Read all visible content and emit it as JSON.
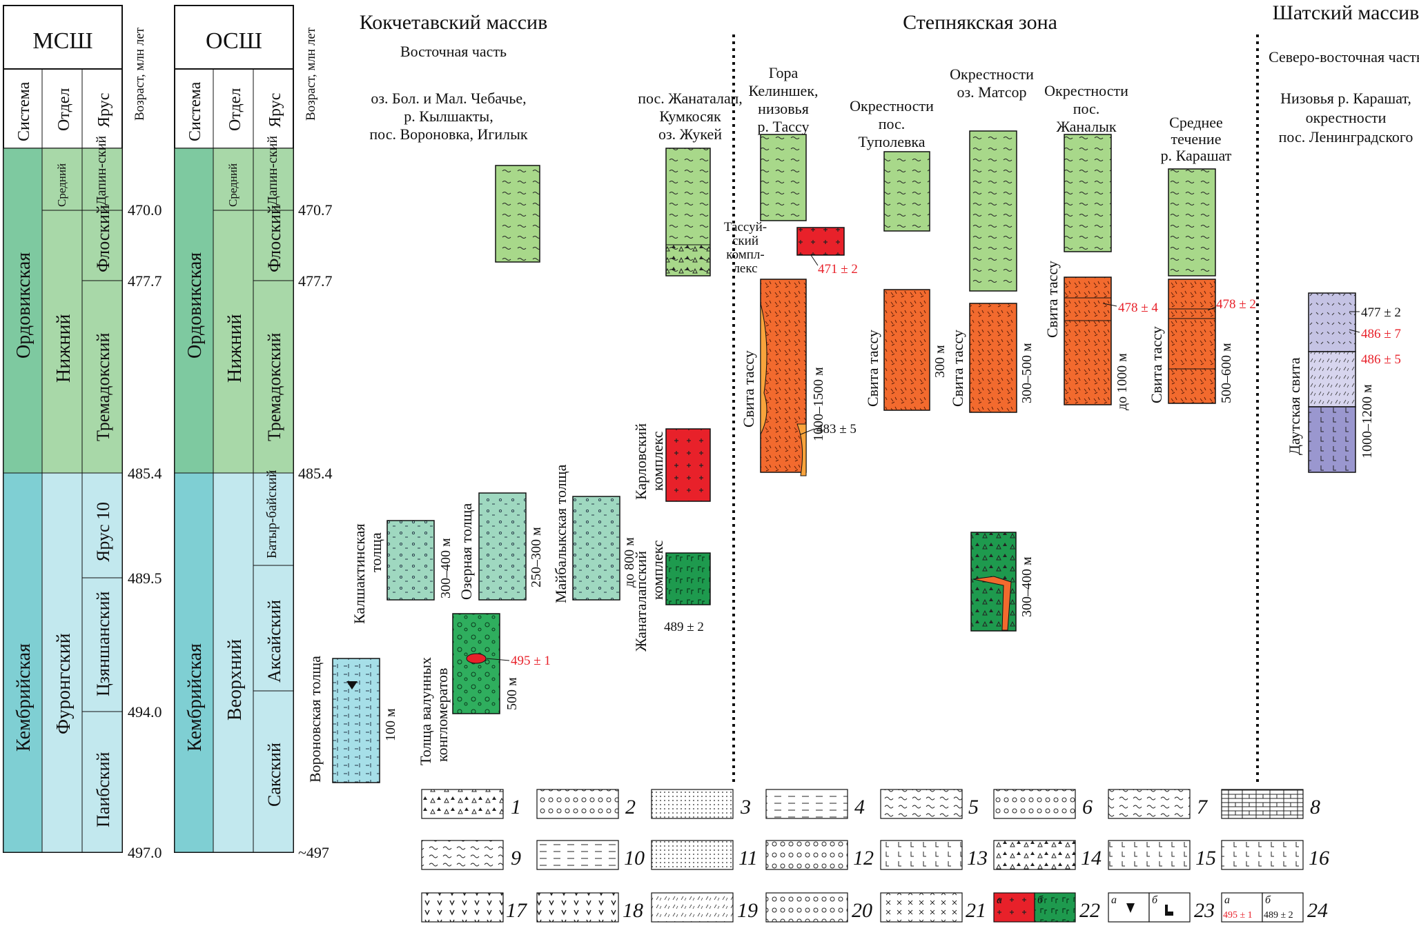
{
  "msh": {
    "title": "МСШ",
    "col_headers": [
      "Система",
      "Отдел",
      "Ярус"
    ],
    "age_header": "Возраст, млн лет",
    "systems": [
      "Ордовикская",
      "Кембрийская"
    ],
    "series": [
      "Средний",
      "Нижний",
      "Фуронгский"
    ],
    "stages": [
      "Дапин-ский",
      "Флоский",
      "Тремадокский",
      "Ярус 10",
      "Цзяншанский",
      "Паибский"
    ],
    "ages": [
      "470.0",
      "477.7",
      "485.4",
      "489.5",
      "494.0",
      "497.0"
    ]
  },
  "osh": {
    "title": "ОСШ",
    "col_headers": [
      "Система",
      "Отдел",
      "Ярус"
    ],
    "age_header": "Возраст, млн лет",
    "systems": [
      "Ордовикская",
      "Кембрийская"
    ],
    "series": [
      "Средний",
      "Нижний",
      "Веорхний"
    ],
    "stages": [
      "Дапин-ский",
      "Флоский",
      "Тремадокский",
      "Батыр-байский",
      "Аксайский",
      "Сакский"
    ],
    "ages": [
      "470.7",
      "477.7",
      "485.4",
      "~497"
    ]
  },
  "regions": {
    "kokchetav": "Кокчетавский массив",
    "kokchetav_sub": "Восточная часть",
    "stepnyak": "Степнякская зона",
    "shat": "Шатский массив",
    "shat_sub": "Северо-восточная часть"
  },
  "localities": {
    "loc1": [
      "оз. Бол. и Мал. Чебачье,",
      "р. Кылшакты,",
      "пос. Вороновка, Игилык"
    ],
    "loc2": [
      "пос. Жанаталап,",
      "Кумкосяк",
      "оз. Жукей"
    ],
    "loc3": [
      "Гора",
      "Келиншек,",
      "низовья",
      "р. Тассу"
    ],
    "loc4": [
      "Окрестности",
      "пос.",
      "Туполевка"
    ],
    "loc5": [
      "Окрестности",
      "оз. Матсор"
    ],
    "loc6": [
      "Окрестности",
      "пос.",
      "Жаналык"
    ],
    "loc7": [
      "Среднее",
      "течение",
      "р. Карашат"
    ],
    "loc8": [
      "Низовья р. Карашат,",
      "окрестности",
      "пос. Ленинградского"
    ]
  },
  "units": {
    "voronovka": "Вороновская толща",
    "voronovka_th": "100 м",
    "boulder": [
      "Толща валунных",
      "конгломератов"
    ],
    "boulder_th": "500 м",
    "kalshakty": [
      "Калшактинская",
      "толща"
    ],
    "kalshakty_th": "300–400 м",
    "ozernaya": "Озерная толща",
    "ozernaya_th": "250–300 м",
    "maibalyk": "Майбалыкская толща",
    "maibalyk_th": "до 800 м",
    "karlov": [
      "Карловский",
      "комплекс"
    ],
    "zhanatalap": [
      "Жанаталапский",
      "комплекс"
    ],
    "tassui": [
      "Тассуй-",
      "ский",
      "компл-",
      "лекс"
    ],
    "svita_tassu": "Свита тассу",
    "th_1000_1500": "1000–1500 м",
    "th_300": "300 м",
    "th_300_500": "300–500 м",
    "th_do1000": "до 1000 м",
    "th_500_600": "500–600 м",
    "th_300_400": "300–400 м",
    "dautskaya": "Даутская свита",
    "th_1000_1200": "1000–1200 м"
  },
  "dates_red": [
    "495 ± 1",
    "471 ± 2",
    "478 ± 4",
    "478 ± 2",
    "486 ± 7",
    "486 ± 5"
  ],
  "dates_black": [
    "489 ± 2",
    "483 ± 5",
    "477 ± 2"
  ],
  "legend": {
    "numbers": [
      "1",
      "2",
      "3",
      "4",
      "5",
      "6",
      "7",
      "8",
      "9",
      "10",
      "11",
      "12",
      "13",
      "14",
      "15",
      "16",
      "17",
      "18",
      "19",
      "20",
      "21",
      "22",
      "23",
      "24"
    ],
    "sub_a": "а",
    "sub_b": "б",
    "ex_red": "495 ± 1",
    "ex_black": "489 ± 2"
  },
  "colors": {
    "ordovician_system": "#7ec9a0",
    "ordovician_light": "#a8d8a8",
    "cambrian_system": "#7fcfd3",
    "cambrian_light": "#c2e8ee",
    "green_col": "#a8d88a",
    "orange_col": "#f26a2e",
    "red_col": "#e8212a",
    "dark_green": "#1e9a4e",
    "teal_col": "#9fd8c0",
    "cyan_col": "#a6dfe8",
    "lavender": "#b8b5dc",
    "date_red": "#e8212a"
  }
}
